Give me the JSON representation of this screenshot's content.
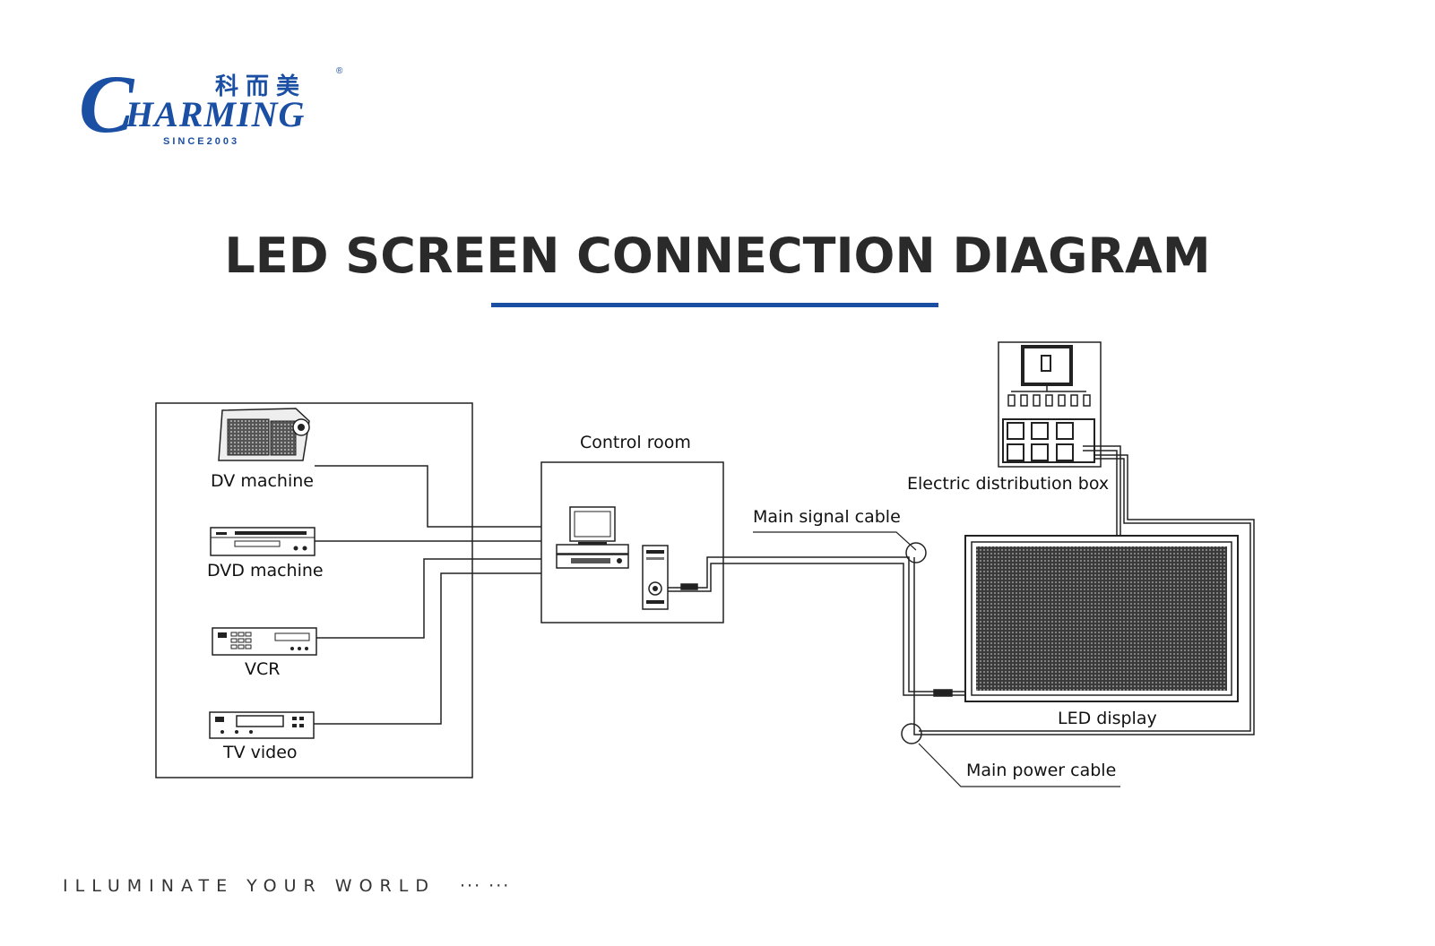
{
  "brand": {
    "chinese_name": "科而美",
    "registered_mark": "®",
    "initial": "C",
    "wordmark": "HARMING",
    "since": "SINCE2003"
  },
  "title": "LED SCREEN CONNECTION DIAGRAM",
  "diagram": {
    "sources": [
      "DV machine",
      "DVD machine",
      "VCR",
      "TV video"
    ],
    "control_room": "Control room",
    "main_signal_cable": "Main signal cable",
    "electric_distribution_box": "Electric distribution box",
    "led_display": "LED display",
    "main_power_cable": "Main power cable"
  },
  "footer": {
    "tagline": "ILLUMINATE YOUR WORLD",
    "dots": "··· ···"
  },
  "colors": {
    "brand_blue": "#1b4fa3",
    "line": "#222222",
    "title": "#2a2a2a"
  }
}
